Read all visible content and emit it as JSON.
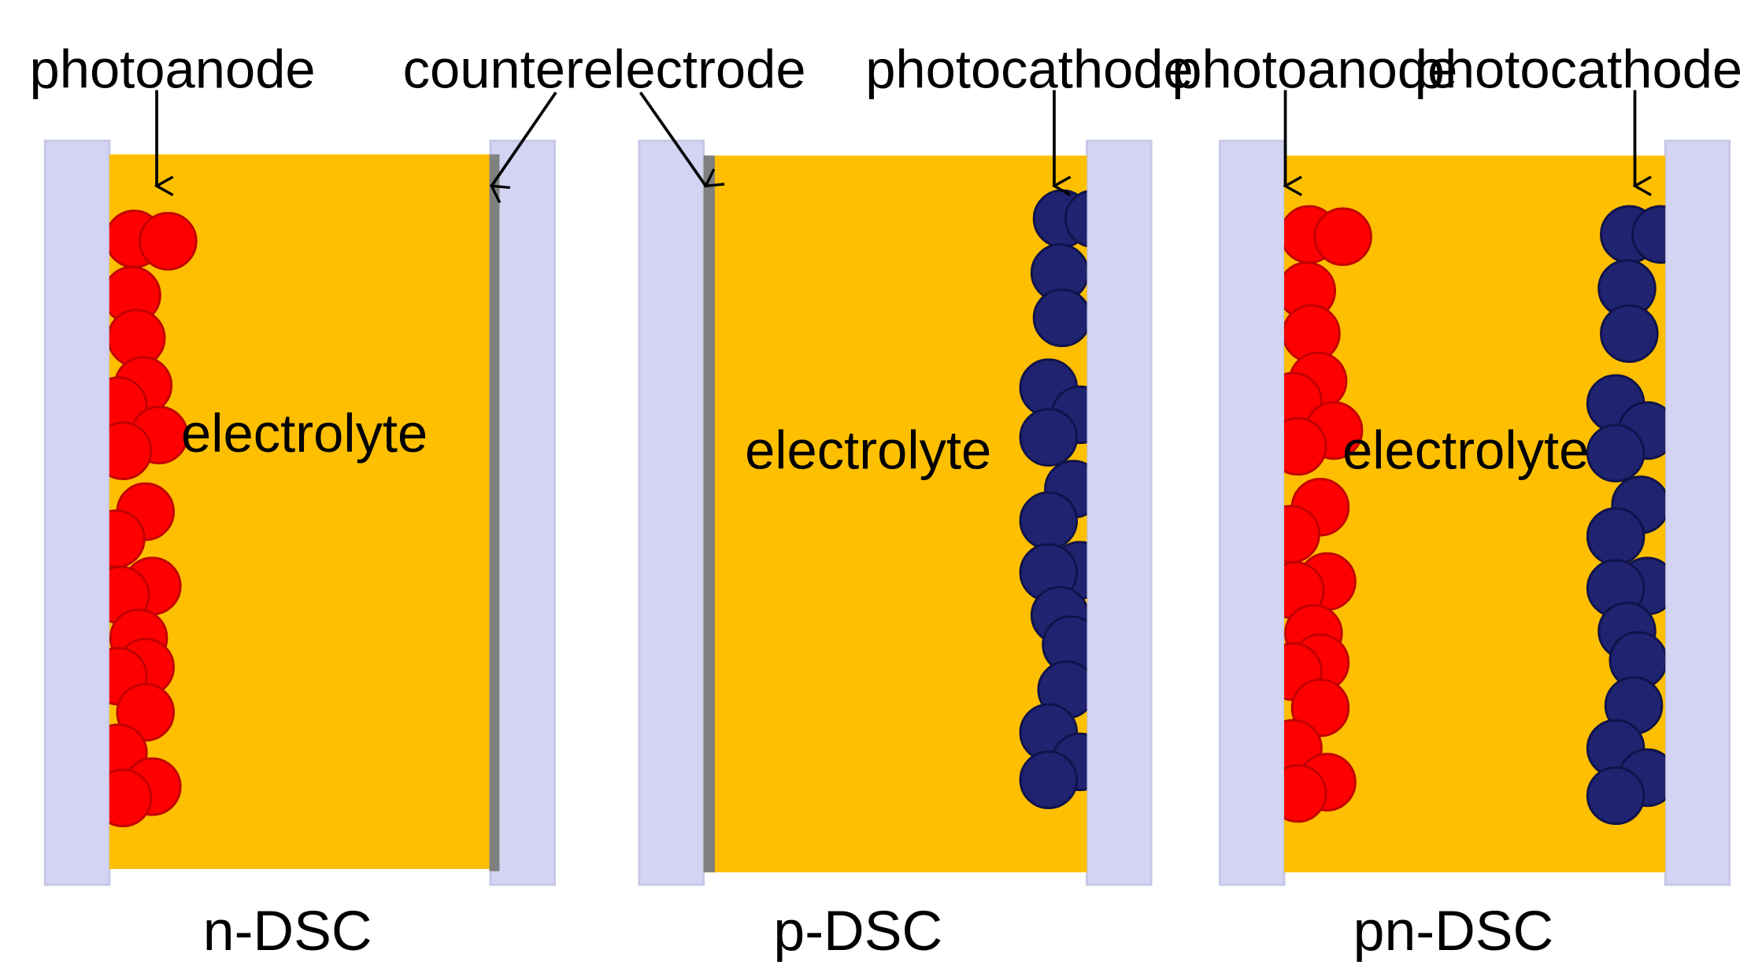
{
  "labels": {
    "photoanode": "photoanode",
    "counterelectrode": "counterelectrode",
    "photocathode": "photocathode",
    "electrolyte": "electrolyte"
  },
  "cells": [
    {
      "name": "n-DSC",
      "caption": "n-DSC",
      "layers": [
        "photoanode",
        "electrolyte",
        "counterelectrode"
      ]
    },
    {
      "name": "p-DSC",
      "caption": "p-DSC",
      "layers": [
        "counterelectrode",
        "electrolyte",
        "photocathode"
      ]
    },
    {
      "name": "pn-DSC",
      "caption": "pn-DSC",
      "layers": [
        "photoanode",
        "electrolyte",
        "photocathode"
      ]
    }
  ],
  "colors": {
    "background": "#ffffff",
    "glass": "#d3d3f3",
    "glass_edge": "#c6c6e8",
    "electrolyte": "#fdbf00",
    "counterelectrode": "#808080",
    "photoanode_particle": "#ff0000",
    "photoanode_particle_edge": "#c00000",
    "photocathode_particle": "#1f2370",
    "photocathode_particle_edge": "#10124a",
    "arrow": "#000000"
  }
}
